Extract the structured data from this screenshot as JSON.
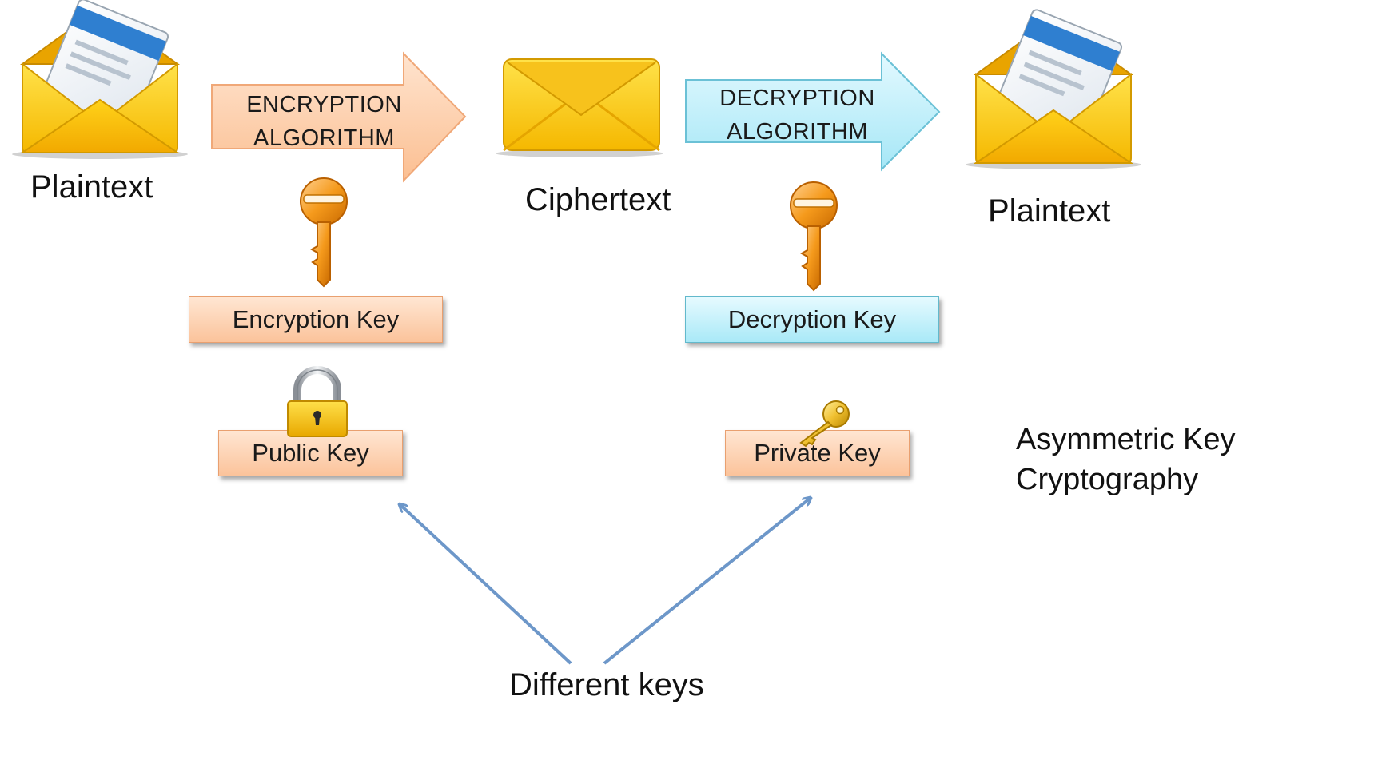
{
  "plaintext_left": {
    "label": "Plaintext",
    "icon": "open-envelope-icon"
  },
  "encryption_arrow": {
    "line1": "ENCRYPTION",
    "line2": "ALGORITHM",
    "color": "#fbc6a0"
  },
  "ciphertext": {
    "label": "Ciphertext",
    "icon": "closed-envelope-icon"
  },
  "decryption_arrow": {
    "line1": "DECRYPTION",
    "line2": "ALGORITHM",
    "color": "#b7effa"
  },
  "plaintext_right": {
    "label": "Plaintext",
    "icon": "open-envelope-icon"
  },
  "encryption_key": {
    "label": "Encryption Key",
    "icon": "key-icon"
  },
  "decryption_key": {
    "label": "Decryption Key",
    "icon": "key-icon"
  },
  "public_key": {
    "label": "Public Key",
    "icon": "padlock-icon"
  },
  "private_key": {
    "label": "Private Key",
    "icon": "key-icon"
  },
  "caption": {
    "line1": "Asymmetric Key",
    "line2": "Cryptography"
  },
  "different_keys": {
    "label": "Different keys",
    "arrow_color": "#6d97c9"
  }
}
